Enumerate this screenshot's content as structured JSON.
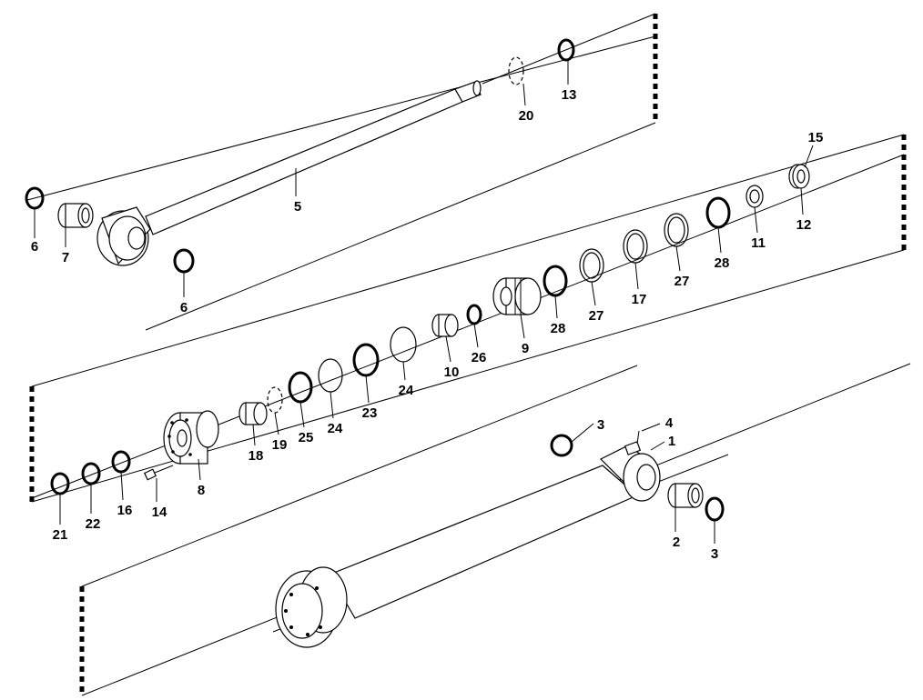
{
  "diagram": {
    "labels": {
      "l1": "1",
      "l2": "2",
      "l3a": "3",
      "l3b": "3",
      "l4": "4",
      "l5": "5",
      "l6a": "6",
      "l6b": "6",
      "l7": "7",
      "l8": "8",
      "l9": "9",
      "l10": "10",
      "l11": "11",
      "l12": "12",
      "l13": "13",
      "l14": "14",
      "l15": "15",
      "l16": "16",
      "l17": "17",
      "l18": "18",
      "l19": "19",
      "l20": "20",
      "l21": "21",
      "l22": "22",
      "l23": "23",
      "l24a": "24",
      "l24b": "24",
      "l25": "25",
      "l26": "26",
      "l27a": "27",
      "l27b": "27",
      "l28a": "28",
      "l28b": "28"
    }
  }
}
